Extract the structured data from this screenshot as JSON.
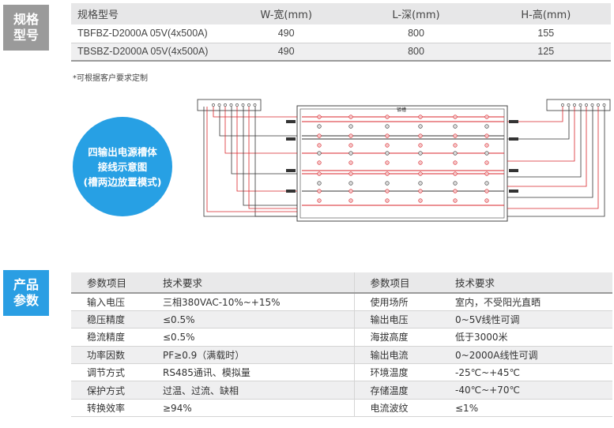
{
  "spec_section": {
    "tag": "规格\n型号",
    "headers": [
      "规格型号",
      "W-宽(mm)",
      "L-深(mm)",
      "H-高(mm)"
    ],
    "rows": [
      [
        "TBFBZ-D2000A 05V(4x500A)",
        "490",
        "800",
        "155"
      ],
      [
        "TBSBZ-D2000A 05V(4x500A)",
        "490",
        "800",
        "125"
      ]
    ],
    "note": "*可根据客户要求定制"
  },
  "diagram": {
    "caption_lines": [
      "四输出电源槽体",
      "接线示意图",
      "(槽两边放置模式)"
    ],
    "tank_label": "镀槽",
    "colors": {
      "positive": "#d9262b",
      "negative": "#333333",
      "accent": "#27a0e4"
    }
  },
  "params_section": {
    "tag": "产品\n参数",
    "headers": [
      "参数项目",
      "技术要求",
      "参数项目",
      "技术要求"
    ],
    "rows": [
      [
        "输入电压",
        "三相380VAC-10%~+15%",
        "使用场所",
        "室内，不受阳光直晒"
      ],
      [
        "稳压精度",
        "≤0.5%",
        "输出电压",
        "0~5V线性可调"
      ],
      [
        "稳流精度",
        "≤0.5%",
        "海拔高度",
        "低于3000米"
      ],
      [
        "功率因数",
        "PF≥0.9（满载时）",
        "输出电流",
        "0~2000A线性可调"
      ],
      [
        "调节方式",
        "RS485通讯、模拟量",
        "环境温度",
        "-25℃~+45℃"
      ],
      [
        "保护方式",
        "过温、过流、缺相",
        "存储温度",
        "-40℃~+70℃"
      ],
      [
        "转换效率",
        "≥94%",
        "电流波纹",
        "≤1%"
      ]
    ]
  }
}
